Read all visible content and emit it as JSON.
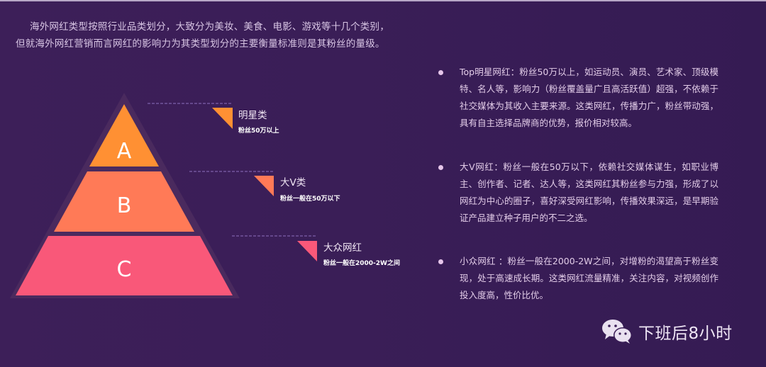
{
  "intro": {
    "line1": "海外网红类型按照行业品类划分，大致分为美妆、美食、电影、游戏等十几个类别，",
    "line2": "但就海外网红营销而言网红的影响力为其类型划分的主要衡量标准则是其粉丝的量级。"
  },
  "colors": {
    "background": "#3a1e57",
    "pyramid_outline": "#4a2a5e",
    "tier_a": "#ff9033",
    "tier_b": "#ff7a57",
    "tier_c": "#f95879",
    "dash_line": "#9a7cc4",
    "bullet": "#e6c6ea"
  },
  "pyramid": {
    "tiers": [
      {
        "letter": "A",
        "label": "明星类",
        "sub": "粉丝50万以上",
        "color": "#ff9033"
      },
      {
        "letter": "B",
        "label": "大V类",
        "sub": "粉丝一般在50万以下",
        "color": "#ff7a57"
      },
      {
        "letter": "C",
        "label": "大众网红",
        "sub": "粉丝一般在2000-2W之间",
        "color": "#f95879"
      }
    ]
  },
  "descriptions": [
    {
      "text": "Top明星网红：粉丝50万以上，如运动员、演员、艺术家、顶级模特、名人等，影响力（粉丝覆盖量广且高活跃值）超强，不依赖于社交媒体为其收入主要来源。这类网红，传播力广，粉丝带动强，具有自主选择品牌商的优势，报价相对较高。"
    },
    {
      "text": "大V网红：粉丝一般在50万以下，依赖社交媒体谋生，如职业博主、创作者、记者、达人等，这类网红其粉丝参与力强，形成了以网红为中心的圈子，喜好深受网红影响，传播效果深远，是早期验证产品建立种子用户的不二之选。"
    },
    {
      "text": "小众网红 ：粉丝一般在2000-2W之间，对增粉的渴望高于粉丝变现，处于高速成长期。这类网红流量精准，关注内容，对视频创作投入度高，性价比优。"
    }
  ],
  "brand": {
    "icon": "wechat-icon",
    "name": "下班后8小时"
  }
}
